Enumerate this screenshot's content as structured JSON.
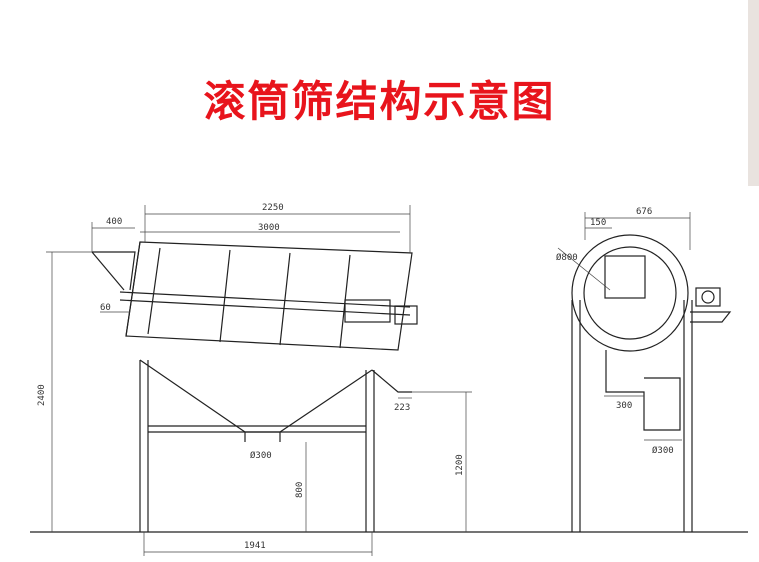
{
  "title": "滚筒筛结构示意图",
  "front_view": {
    "dims": {
      "top_overall": "2250",
      "drum_length": "3000",
      "inlet": "400",
      "angle": "60",
      "height_total": "2400",
      "outlet_side": "223",
      "outlet_bottom": "Ø300",
      "hopper_height": "800",
      "discharge_height": "1200",
      "base_width": "1941"
    }
  },
  "side_view": {
    "dims": {
      "top_width": "676",
      "offset": "150",
      "drum_dia": "Ø800",
      "chute_width": "300",
      "outlet": "Ø300"
    }
  }
}
